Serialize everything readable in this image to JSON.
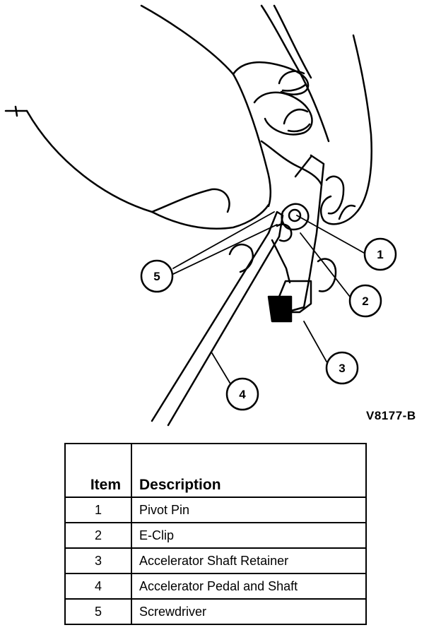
{
  "figure_code": "V8177-B",
  "callouts": [
    "1",
    "2",
    "3",
    "4",
    "5"
  ],
  "table": {
    "headers": [
      "Item",
      "Description"
    ],
    "rows": [
      {
        "item": "1",
        "description": "Pivot Pin"
      },
      {
        "item": "2",
        "description": "E-Clip"
      },
      {
        "item": "3",
        "description": "Accelerator Shaft Retainer"
      },
      {
        "item": "4",
        "description": "Accelerator Pedal and Shaft"
      },
      {
        "item": "5",
        "description": "Screwdriver"
      }
    ]
  }
}
